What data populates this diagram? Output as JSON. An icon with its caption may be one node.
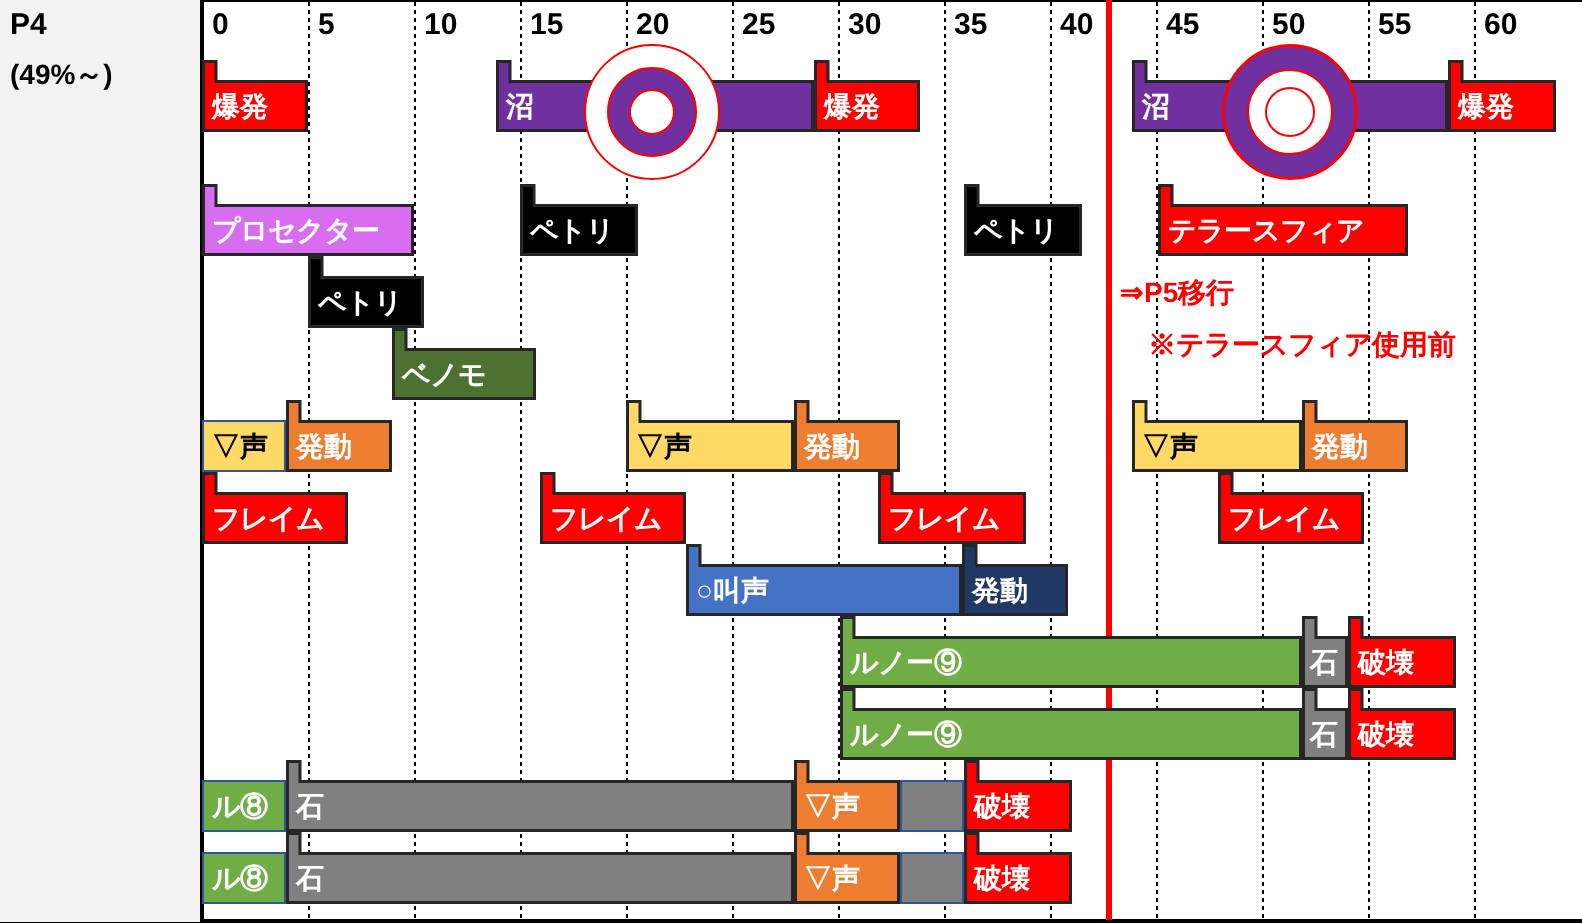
{
  "diagram": {
    "nodes": [
      {
        "text": [
          "P4",
          "(49%～)"
        ]
      },
      {
        "text": [
          "爆発"
        ]
      },
      {
        "text": [
          "沼"
        ]
      },
      {
        "text": [],
        "shape": "circle"
      },
      {
        "text": [
          "爆発"
        ]
      },
      {
        "text": [
          "沼"
        ]
      },
      {
        "text": [],
        "shape": "circle"
      },
      {
        "text": [
          "爆発"
        ]
      },
      {
        "text": [
          "プロセクター"
        ]
      },
      {
        "text": [
          "ペトリ"
        ]
      },
      {
        "text": [
          "ペトリ"
        ]
      },
      {
        "text": [
          "テラースフィア"
        ]
      },
      {
        "text": [
          "ペトリ"
        ]
      },
      {
        "text": [
          "ベノモ"
        ]
      },
      {
        "text": [
          "▽声"
        ]
      },
      {
        "text": [
          "発動"
        ]
      },
      {
        "text": [
          "▽声"
        ]
      },
      {
        "text": [
          "発動"
        ]
      },
      {
        "text": [
          "▽声"
        ]
      },
      {
        "text": [
          "発動"
        ]
      },
      {
        "text": [
          "フレイム"
        ]
      },
      {
        "text": [
          "フレイム"
        ]
      },
      {
        "text": [
          "フレイム"
        ]
      },
      {
        "text": [
          "フレイム"
        ]
      },
      {
        "text": [
          "○叫声"
        ]
      },
      {
        "text": [
          "発動"
        ]
      },
      {
        "text": [
          "ルノー⑨"
        ]
      },
      {
        "text": [
          "石"
        ]
      },
      {
        "text": [
          "破壊"
        ]
      },
      {
        "text": [
          "ルノー⑨"
        ]
      },
      {
        "text": [
          "石"
        ]
      },
      {
        "text": [
          "破壊"
        ]
      },
      {
        "text": [
          "ル⑧"
        ]
      },
      {
        "text": [
          "石"
        ]
      },
      {
        "text": [
          "▽声"
        ]
      },
      {
        "text": [],
        "shape": "bar"
      },
      {
        "text": [
          "破壊"
        ]
      },
      {
        "text": [
          "ル⑧"
        ]
      },
      {
        "text": [
          "石"
        ]
      },
      {
        "text": [
          "▽声"
        ]
      },
      {
        "text": [],
        "shape": "bar"
      },
      {
        "text": [
          "破壊"
        ]
      }
    ],
    "labels": [
      "0",
      "5",
      "10",
      "15",
      "20",
      "25",
      "30",
      "35",
      "40",
      "45",
      "50",
      "55",
      "60",
      "⇒P5移行",
      "※テラースフィア使用前"
    ]
  }
}
